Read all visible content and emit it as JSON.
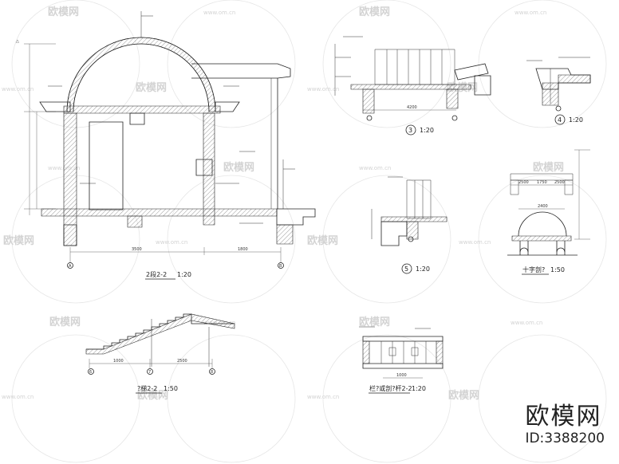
{
  "brand": {
    "name": "欧模网",
    "id_label": "ID:3388200"
  },
  "watermark": {
    "text": "欧模网",
    "url": "www.om.cn"
  },
  "drawings": [
    {
      "key": "main_section",
      "caption": "2段2-2",
      "scale": "1:20"
    },
    {
      "key": "detail_3",
      "caption": "3",
      "scale": "1:20"
    },
    {
      "key": "detail_4",
      "caption": "4",
      "scale": "1:20"
    },
    {
      "key": "detail_5",
      "caption": "5",
      "scale": "1:20"
    },
    {
      "key": "cross_section",
      "caption": "十字剖?",
      "scale": "1:50"
    },
    {
      "key": "stair_section",
      "caption": "?梯2-2",
      "scale": "1:50"
    },
    {
      "key": "railing",
      "caption": "栏?或剖?杆2-2",
      "scale": "1:20"
    }
  ],
  "dims": {
    "main_bottom_left": "3500",
    "main_bottom_right": "1800",
    "stair_left": "1000",
    "stair_right": "2500",
    "detail3_bottom": "4200",
    "cross_top_a": "2500",
    "cross_top_b": "1750",
    "cross_top_c": "2500",
    "cross_mid": "2400",
    "railing_bottom": "1000"
  },
  "axis_marks": [
    "A",
    "B",
    "6",
    "7",
    "8"
  ]
}
